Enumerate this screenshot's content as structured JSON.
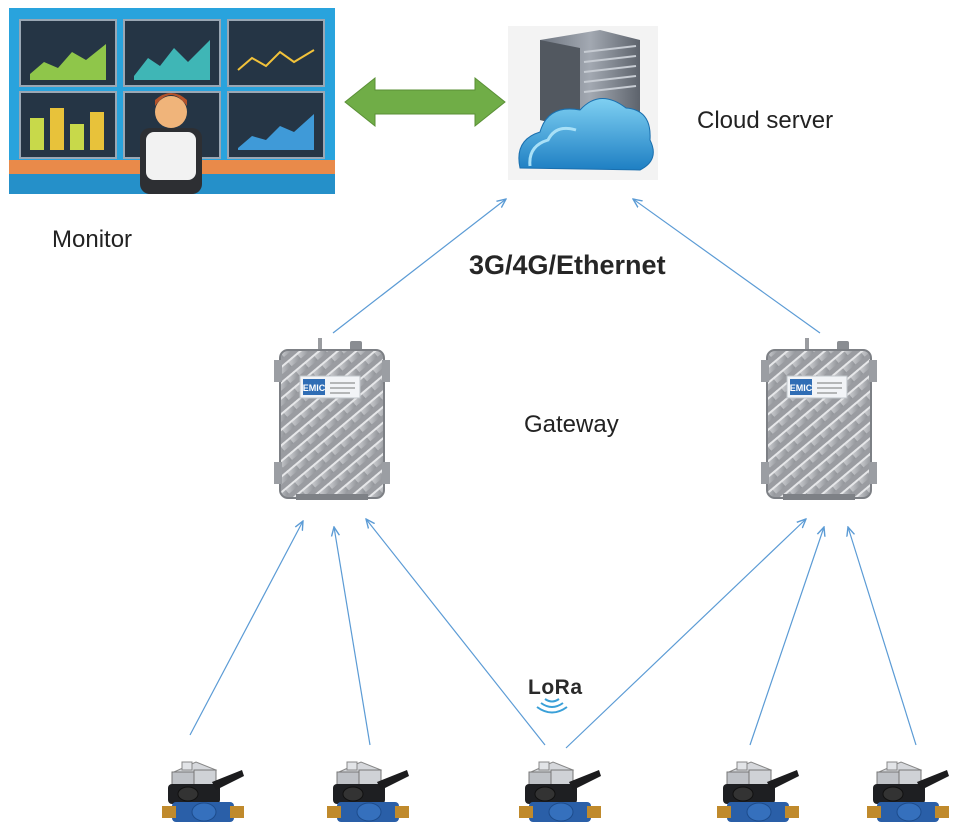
{
  "labels": {
    "monitor": "Monitor",
    "cloud_server": "Cloud server",
    "network": "3G/4G/Ethernet",
    "gateway": "Gateway",
    "lora": "LoRa"
  },
  "gateway_badge": {
    "brand": "EMIC"
  },
  "colors": {
    "arrow": "#5b9bd5",
    "bidirectional_arrow": "#70ad47",
    "monitor_background": "#29a3dd",
    "cloud": "#3aa0d8",
    "meter_body": "#2a5fa8"
  },
  "icons": [
    "monitoring-station-icon",
    "cloud-server-icon",
    "gateway-device-icon",
    "water-meter-icon",
    "lora-signal-icon"
  ]
}
